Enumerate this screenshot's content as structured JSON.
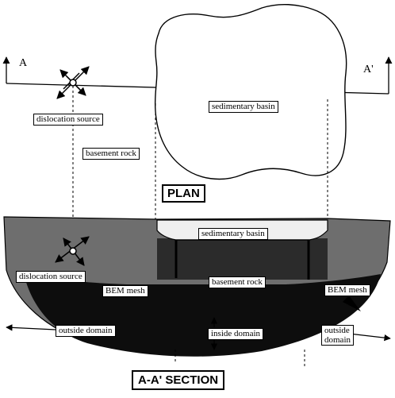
{
  "labels": {
    "a_left": "A",
    "a_right": "A'",
    "dislocation_source_plan": "dislocation source",
    "sedimentary_basin_plan": "sedimentary basin",
    "basement_rock_plan": "basement rock",
    "plan": "PLAN",
    "sedimentary_basin_section": "sedimentary basin",
    "dislocation_source_section": "dislocation source",
    "bem_mesh_left": "BEM mesh",
    "basement_rock_section": "basement rock",
    "bem_mesh_right": "BEM mesh",
    "outside_domain_left": "outside domain",
    "inside_domain": "inside domain",
    "outside_domain_right_1": "outside",
    "outside_domain_right_2": "domain",
    "section": "A-A' SECTION"
  },
  "colors": {
    "outer_ground": "#6e6e6e",
    "basement": "#2b2b2b",
    "mesh_band": "#0d0d0d",
    "basin_fill": "#efefef"
  }
}
